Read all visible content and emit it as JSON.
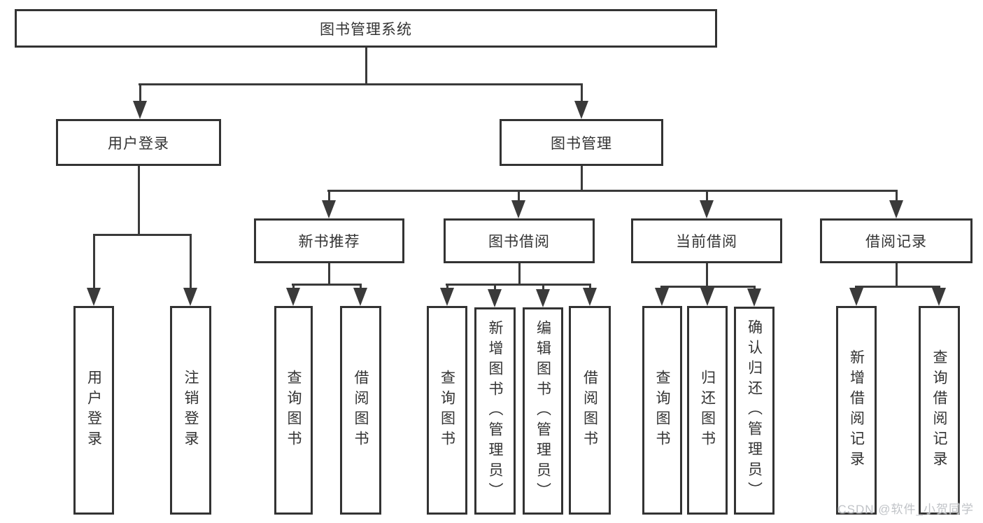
{
  "tree": {
    "root": {
      "label": "图书管理系统"
    },
    "branches": [
      {
        "label": "用户登录",
        "children": [
          {
            "label": "用户登录"
          },
          {
            "label": "注销登录"
          }
        ]
      },
      {
        "label": "图书管理",
        "children": [
          {
            "label": "新书推荐",
            "children": [
              {
                "label": "查询图书"
              },
              {
                "label": "借阅图书"
              }
            ]
          },
          {
            "label": "图书借阅",
            "children": [
              {
                "label": "查询图书"
              },
              {
                "label": "新增图书（管理员）"
              },
              {
                "label": "编辑图书（管理员）"
              },
              {
                "label": "借阅图书"
              }
            ]
          },
          {
            "label": "当前借阅",
            "children": [
              {
                "label": "查询图书"
              },
              {
                "label": "归还图书"
              },
              {
                "label": "确认归还（管理员）"
              }
            ]
          },
          {
            "label": "借阅记录",
            "children": [
              {
                "label": "新增借阅记录"
              },
              {
                "label": "查询借阅记录"
              }
            ]
          }
        ]
      }
    ]
  },
  "watermark": {
    "text": "CSDN @软件_小贺同学",
    "color": "#c0c3c7"
  },
  "colors": {
    "background": "#ffffff",
    "box_border": "#333333",
    "box_fill": "#ffffff",
    "text": "#333333",
    "connector": "#3a3a3a"
  }
}
